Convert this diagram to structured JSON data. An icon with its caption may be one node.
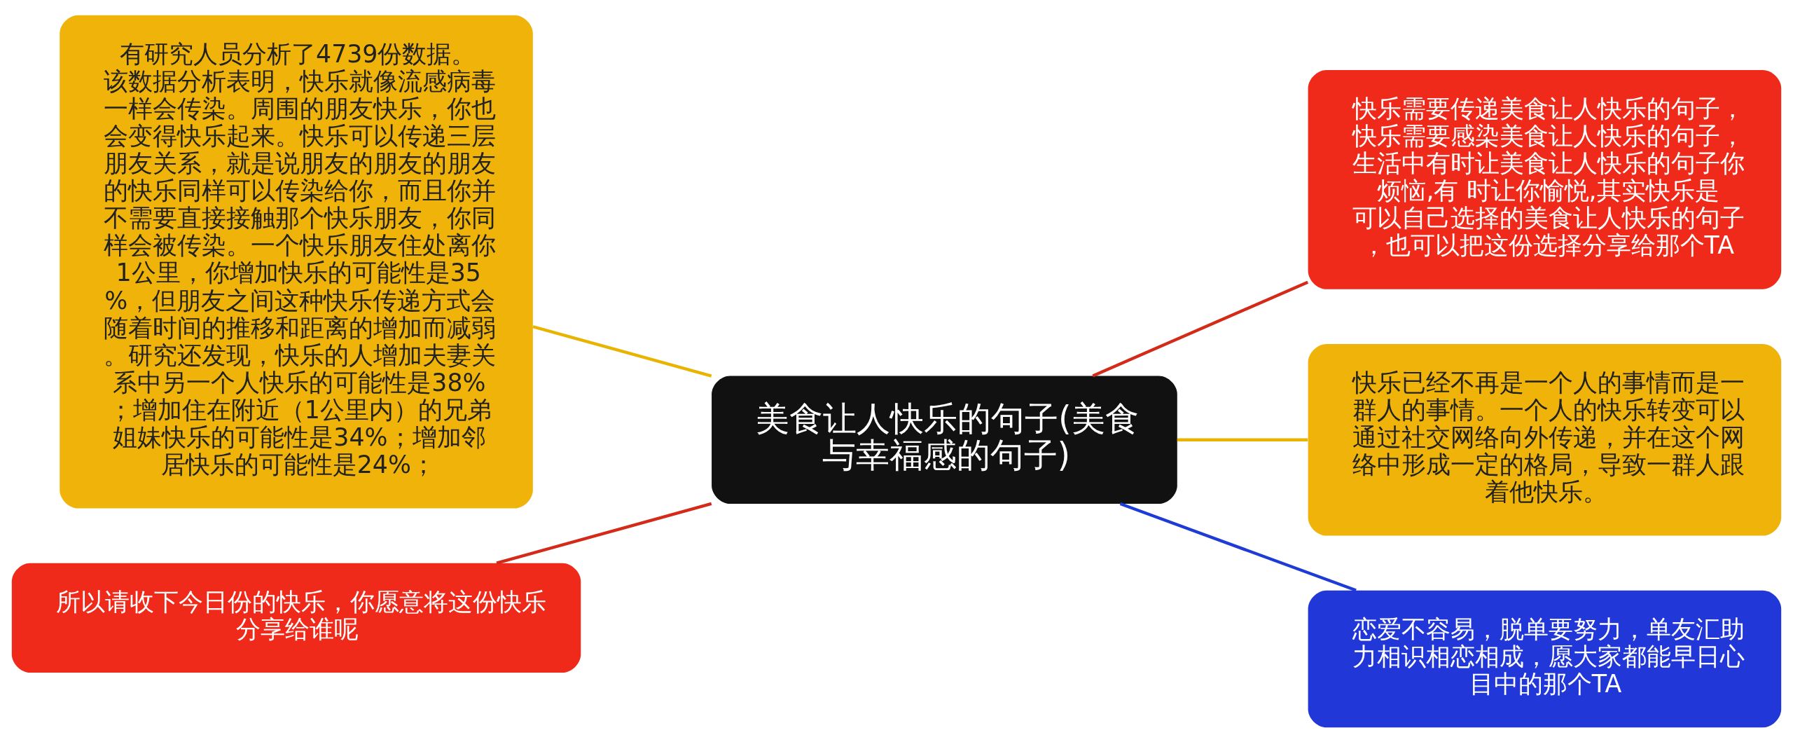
{
  "diagram": {
    "nodes": [
      {
        "text": [
          "美食让人快乐的句子(美食与幸福感的句子)"
        ]
      },
      {
        "text": [
          "有研究人员分析了4739份数据。该数据分析表明，快乐就像流感病毒一样会传染。周围的朋友快乐，你也会变得快乐起来。快乐可以传递三层朋友关系，就是说朋友的朋友的朋友的快乐同样可以传染给你，而且你并不需要直接接触那个快乐朋友，你同样会被传染。一个快乐朋友住处离你1公里，你增加快乐的可能性是35%，但朋友之间这种快乐传递方式会随着时间的推移和距离的增加而减弱。研究还发现，快乐的人增加夫妻关系中另一个人快乐的可能性是38%；增加住在附近（1公里内）的兄弟姐妹快乐的可能性是34%；增加邻居快乐的可能性是24%；"
        ]
      },
      {
        "text": [
          "所以请收下今日份的快乐，你愿意将这份快乐分享给谁呢"
        ]
      },
      {
        "text": [
          "快乐需要传递美食让人快乐的句子，快乐需要感染美食让人快乐的句子，生活中有时让美食让人快乐的句子你烦恼,有 时让你愉悦,其实快乐是可以自己选择的美食让人快乐的句子，也可以把这份选择分享给那个TA"
        ]
      },
      {
        "text": [
          "快乐已经不再是一个人的事情而是一群人的事情。一个人的快乐转变可以通过社交网络向外传递，并在这个网络中形成一定的格局，导致一群人跟着他快乐。"
        ]
      },
      {
        "text": [
          "恋爱不容易，脱单要努力，单友汇助力相识相恋相成，愿大家都能早日心目中的那个TA"
        ]
      }
    ],
    "edges": [
      {
        "from": 0,
        "to": 1,
        "arrow": "none",
        "color": "#e8b400"
      },
      {
        "from": 0,
        "to": 2,
        "arrow": "none",
        "color": "#d42a1a"
      },
      {
        "from": 0,
        "to": 3,
        "arrow": "none",
        "color": "#d42a1a"
      },
      {
        "from": 0,
        "to": 4,
        "arrow": "none",
        "color": "#e8b400"
      },
      {
        "from": 0,
        "to": 5,
        "arrow": "none",
        "color": "#1f3bd6"
      }
    ]
  }
}
